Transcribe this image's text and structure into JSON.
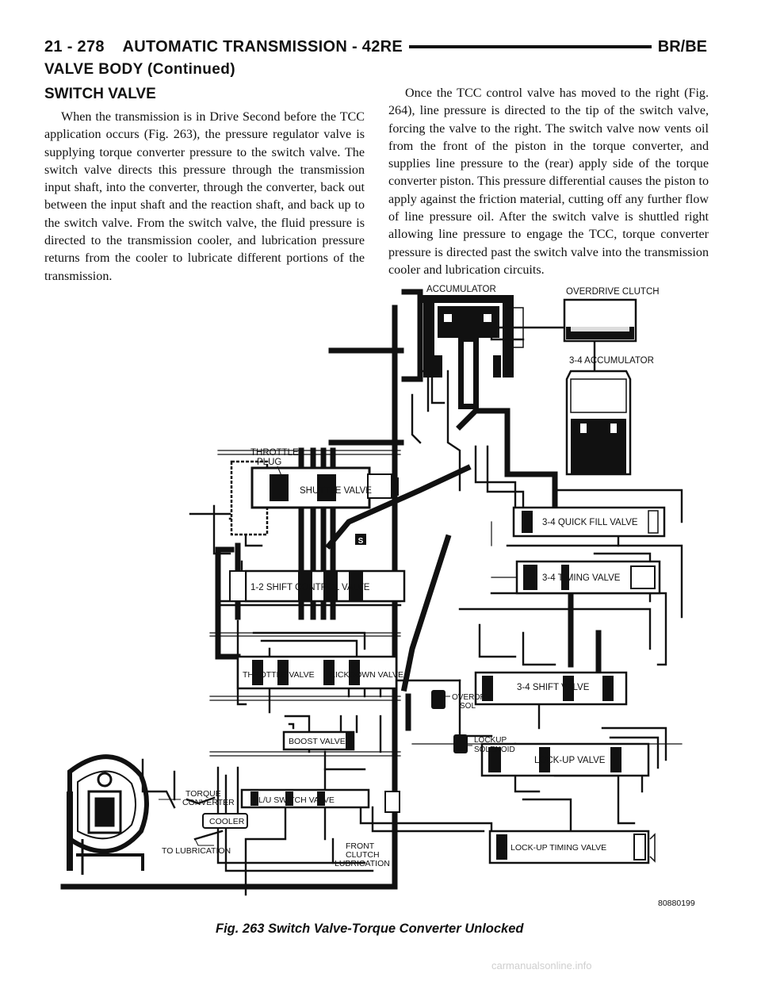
{
  "header": {
    "left": "21 - 278    AUTOMATIC TRANSMISSION - 42RE",
    "right": "BR/BE"
  },
  "continued": "VALVE BODY (Continued)",
  "section_title": "SWITCH VALVE",
  "left_paragraph": "When the transmission is in Drive Second before the TCC application occurs (Fig. 263), the pressure regulator valve is supplying torque converter pressure to the switch valve. The switch valve directs this pressure through the transmission input shaft, into the converter, through the converter, back out between the input shaft and the reaction shaft, and back up to the switch valve. From the switch valve, the fluid pressure is directed to the transmission cooler, and lubrication pressure returns from the cooler to lubricate different portions of the transmission.",
  "right_paragraph": "Once the TCC control valve has moved to the right (Fig. 264), line pressure is directed to the tip of the switch valve, forcing the valve to the right. The switch valve now vents oil from the front of the piston in the torque converter, and supplies line pressure to the (rear) apply side of the torque converter piston. This pressure differential causes the piston to apply against the friction material, cutting off any further flow of line pressure oil. After the switch valve is shuttled right allowing line pressure to engage the TCC, torque converter pressure is directed past the switch valve into the transmission cooler and lubrication circuits.",
  "figure": {
    "labels": {
      "accumulator": "ACCUMULATOR",
      "overdrive_clutch": "OVERDRIVE CLUTCH",
      "accumulator_34": "3-4 ACCUMULATOR",
      "throttle": "THROTTLE",
      "plug": "PLUG",
      "shuttle_valve": "SHUTTLE VALVE",
      "quick_fill_valve": "3-4 QUICK FILL VALVE",
      "s_marker": "S",
      "shift_control_12": "1-2 SHIFT CONTROL VALVE",
      "timing_valve_34": "3-4 TIMING VALVE",
      "throttle_valve": "THROTTLE VALVE",
      "kickdown_valve": "KICKDOWN VALVE",
      "shift_valve_34": "3-4 SHIFT VALVE",
      "overdrv": "OVERDRV",
      "sol": "SOL",
      "lockup": "LOCKUP",
      "solenoid": "SOLENOID",
      "boost_valve": "BOOST VALVE",
      "lockup_valve": "LOCK-UP VALVE",
      "torque": "TORQUE",
      "converter": "CONVERTER",
      "lu_switch_valve": "L/U SWITCH VALVE",
      "cooler": "COOLER",
      "lockup_timing_valve": "LOCK-UP TIMING VALVE",
      "front": "FRONT",
      "clutch": "CLUTCH",
      "lubrication": "LUBRICATION",
      "to_lubrication": "TO LUBRICATION",
      "code": "80880199"
    },
    "caption": "Fig. 263 Switch Valve-Torque Converter Unlocked"
  },
  "watermark": "carmanualsonline.info"
}
